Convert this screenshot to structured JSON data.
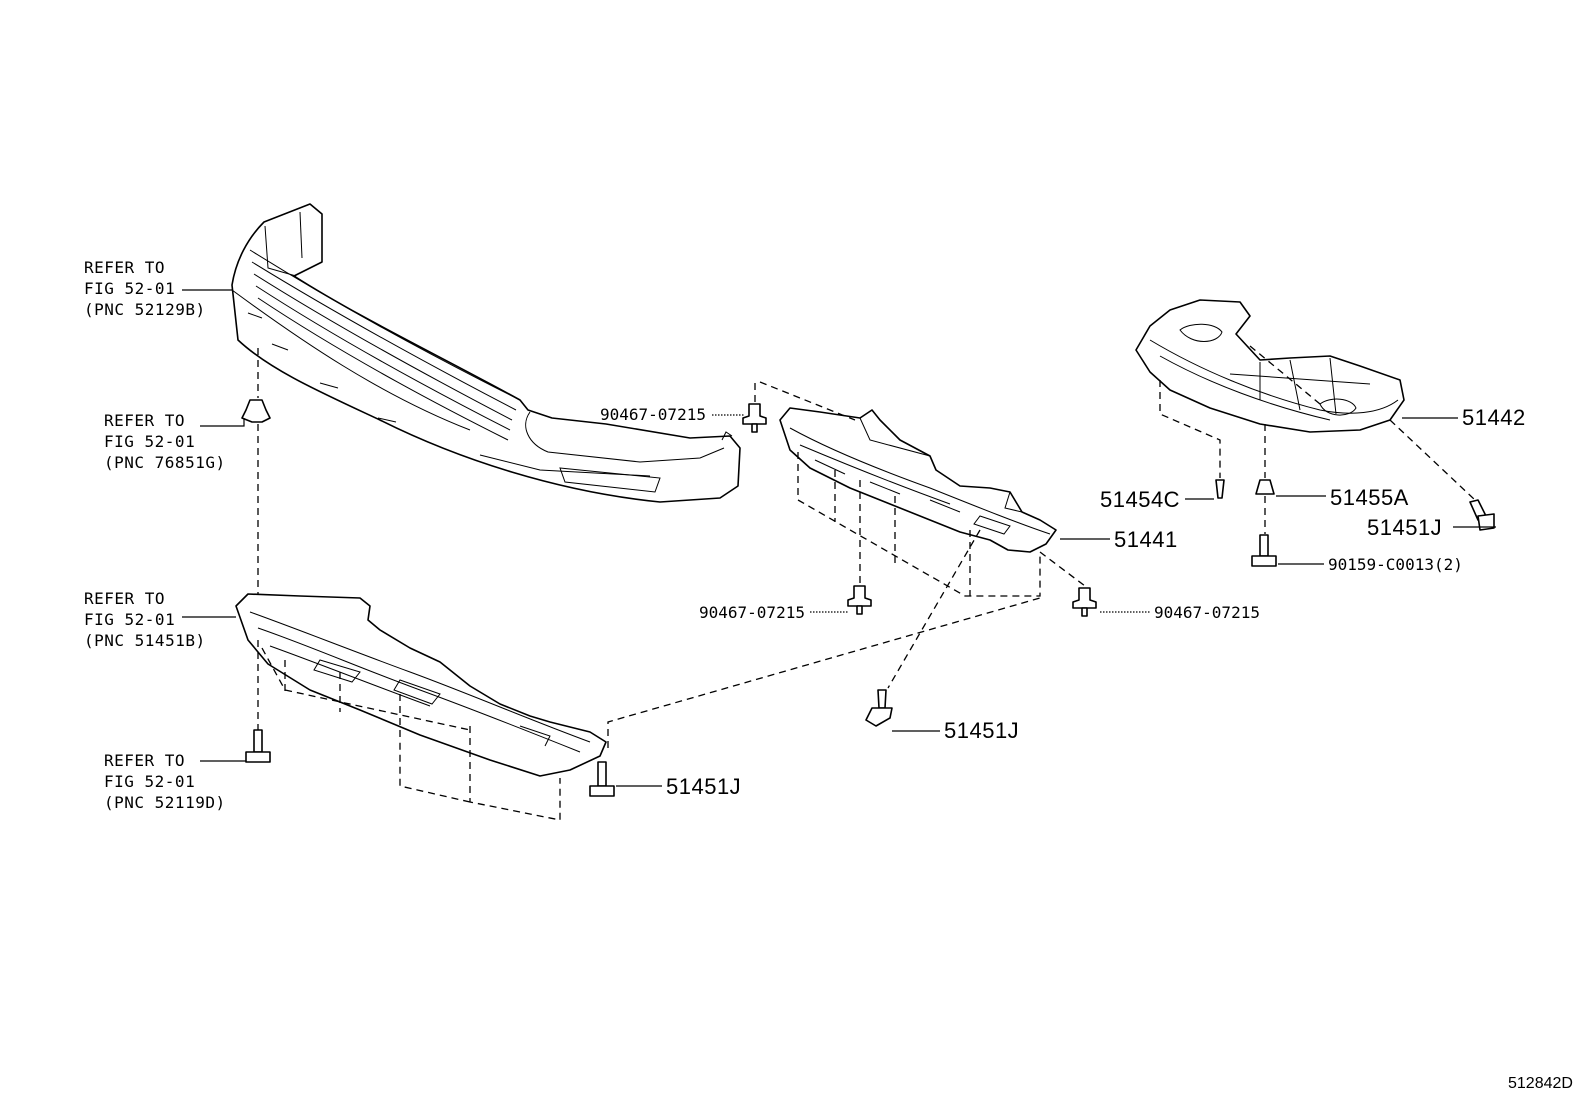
{
  "refs": [
    {
      "id": "bumper",
      "line1": "REFER TO",
      "line2": "FIG 52-01",
      "line3": "(PNC 52129B)"
    },
    {
      "id": "clip",
      "line1": "REFER TO",
      "line2": "FIG 52-01",
      "line3": "(PNC 76851G)"
    },
    {
      "id": "front-cover",
      "line1": "REFER TO",
      "line2": "FIG 52-01",
      "line3": "(PNC 51451B)"
    },
    {
      "id": "bolt",
      "line1": "REFER TO",
      "line2": "FIG 52-01",
      "line3": "(PNC 52119D)"
    }
  ],
  "parts": {
    "p90467_a": "90467-07215",
    "p90467_b": "90467-07215",
    "p90467_c": "90467-07215",
    "p51441": "51441",
    "p51442": "51442",
    "p51454C": "51454C",
    "p51455A": "51455A",
    "p51451J_a": "51451J",
    "p51451J_b": "51451J",
    "p51451J_c": "51451J",
    "p90159": "90159-C0013(2)"
  },
  "diagram_code": "512842D"
}
